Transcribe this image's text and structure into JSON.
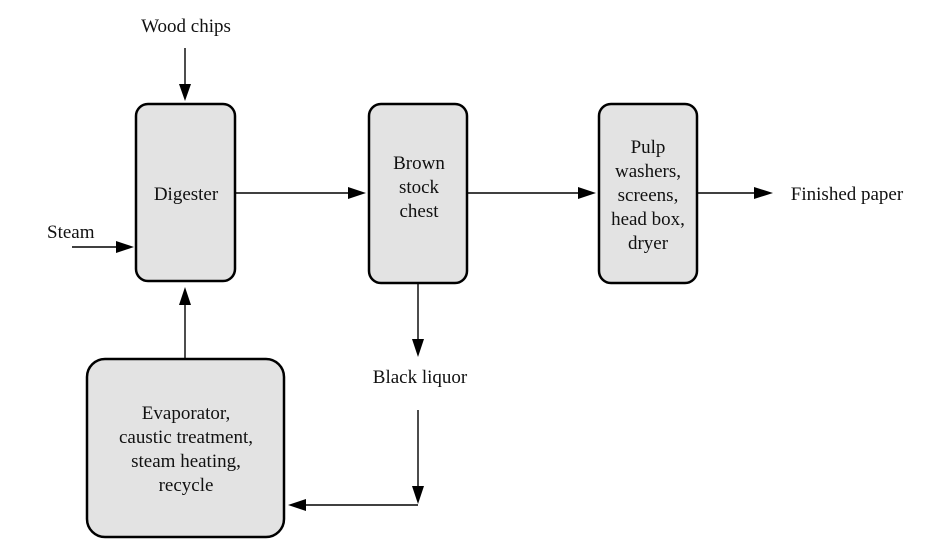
{
  "diagram": {
    "inputs": {
      "wood_chips": "Wood chips",
      "steam": "Steam"
    },
    "boxes": {
      "digester": [
        "Digester"
      ],
      "brown_stock_chest": [
        "Brown",
        "stock",
        "chest"
      ],
      "pulp_processing": [
        "Pulp",
        "washers,",
        "screens,",
        "head box,",
        "dryer"
      ],
      "recovery": [
        "Evaporator,",
        "caustic treatment,",
        "steam heating,",
        "recycle"
      ]
    },
    "streams": {
      "black_liquor": "Black liquor",
      "finished_paper": "Finished paper"
    }
  }
}
